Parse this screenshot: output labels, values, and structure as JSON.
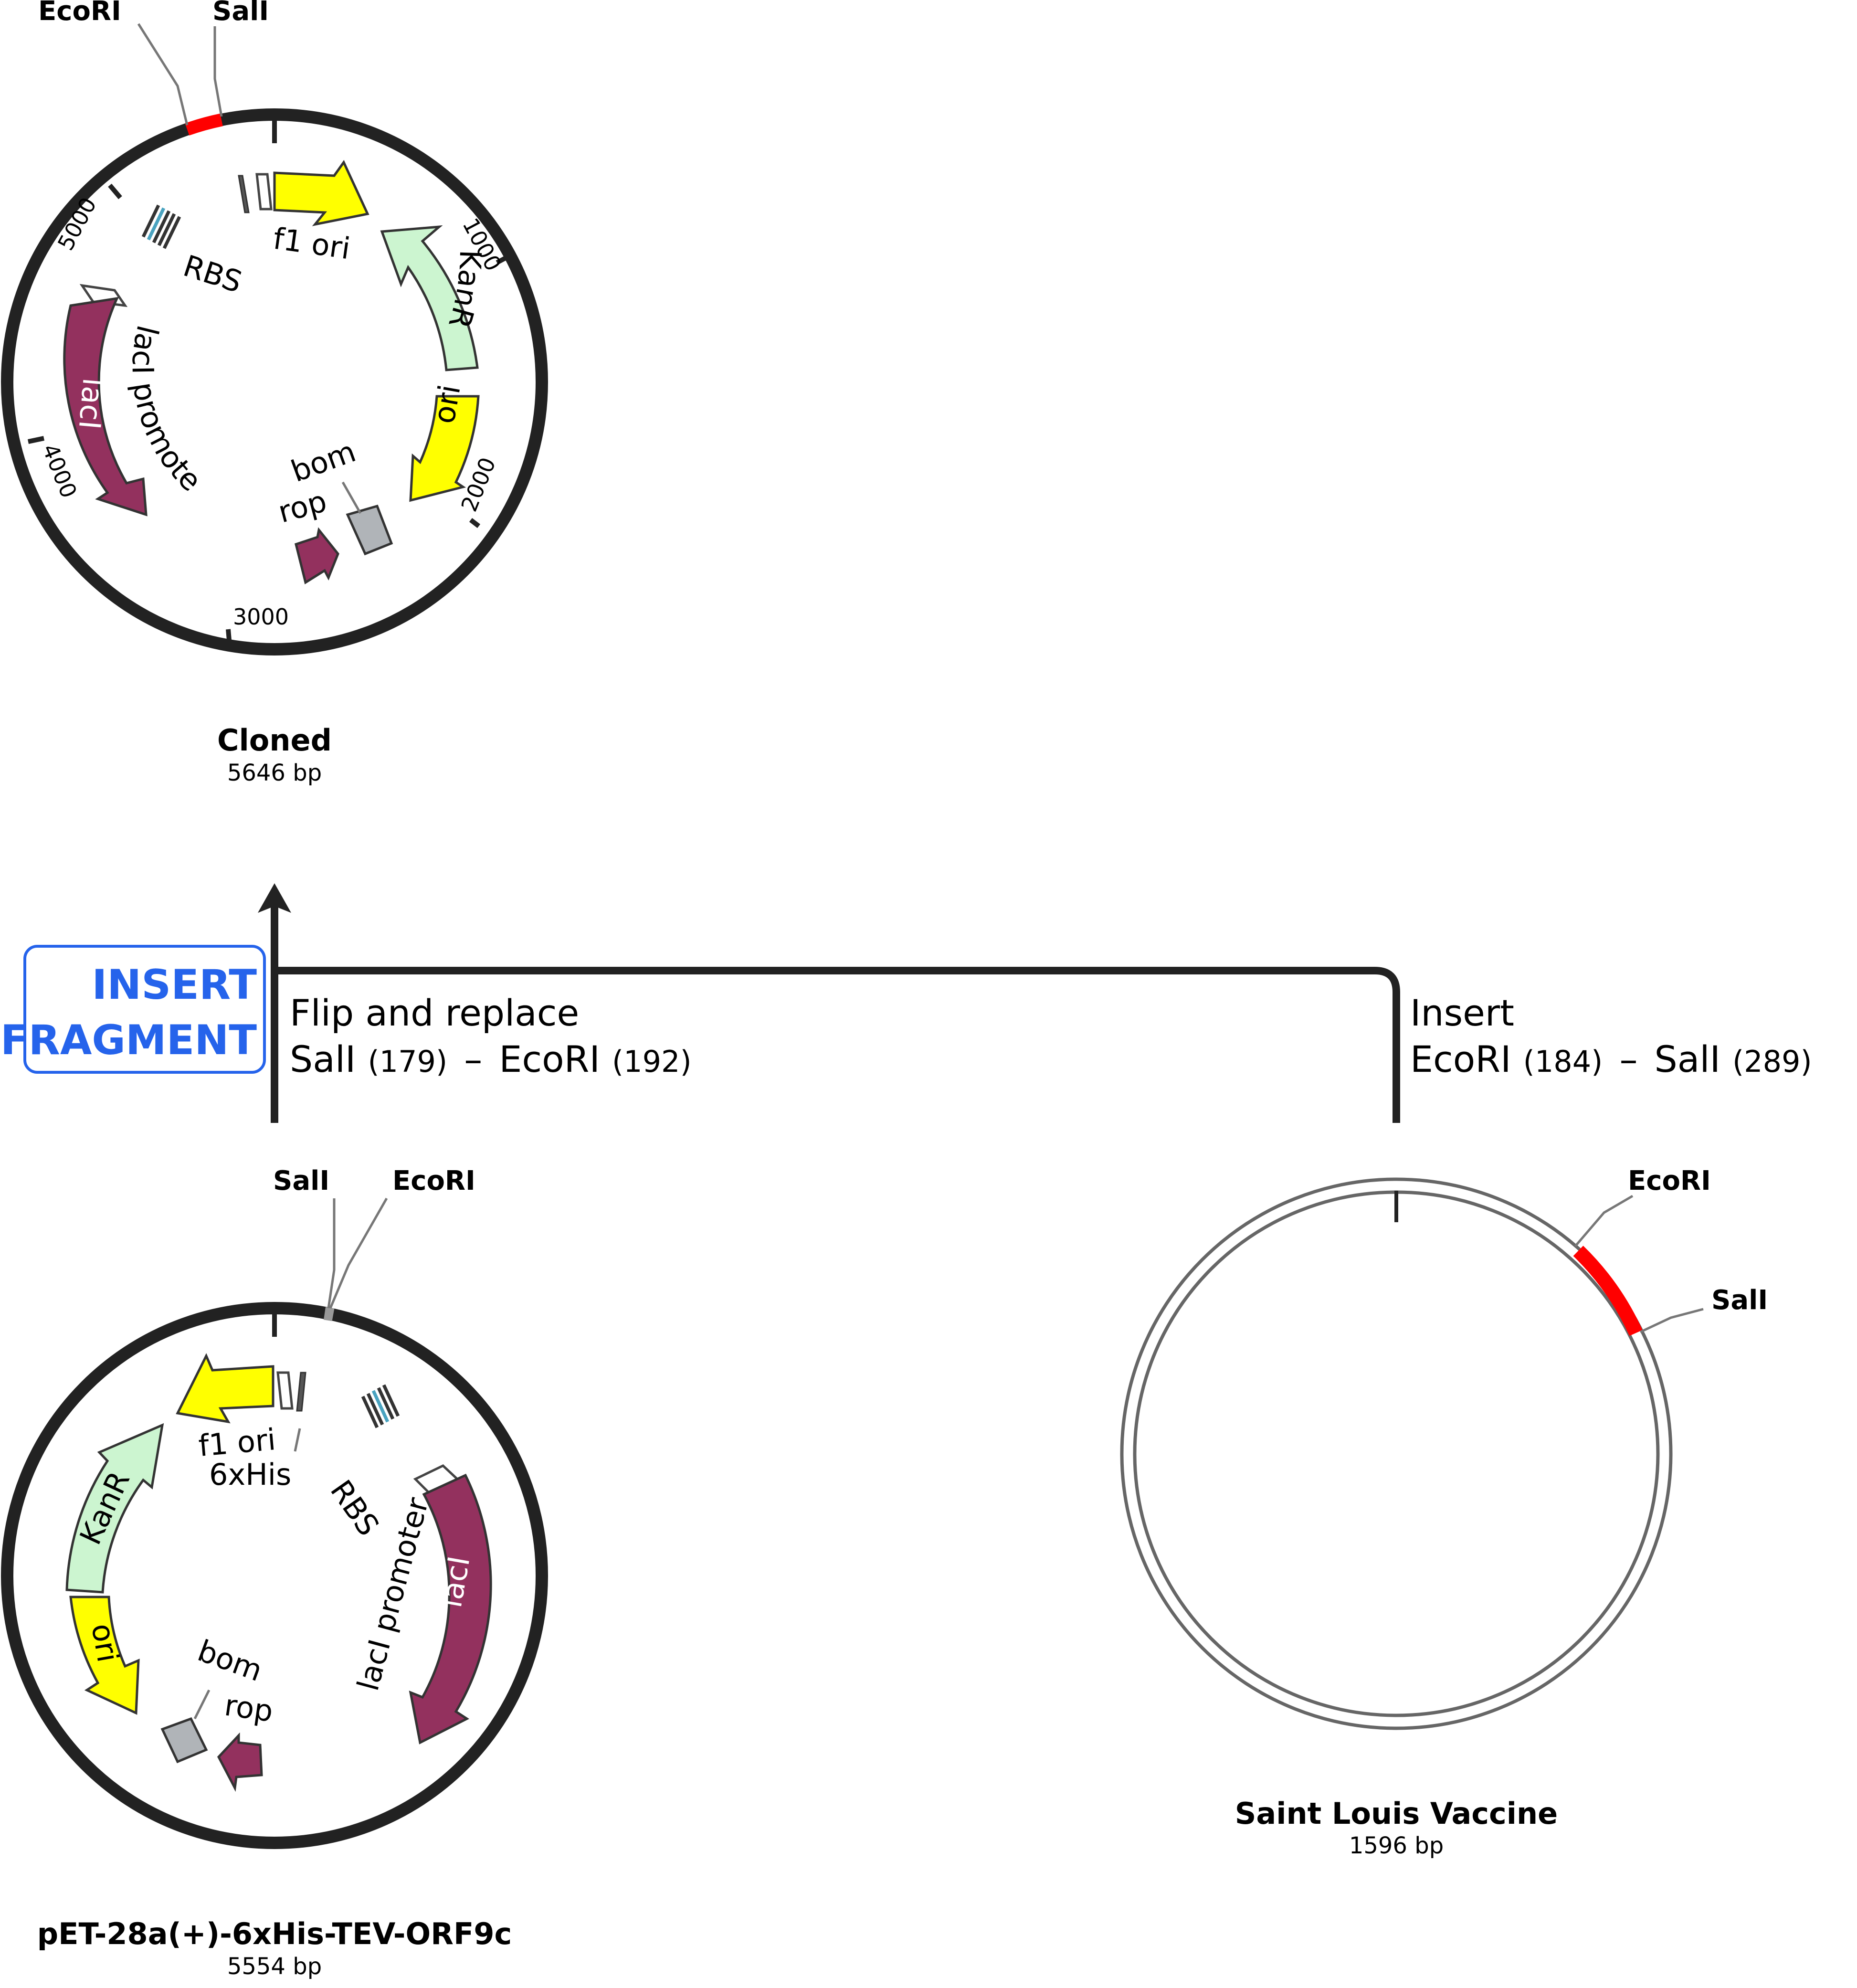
{
  "cloned": {
    "title": "Cloned",
    "size": "5646 bp",
    "sites": [
      "EcoRI",
      "SalI"
    ],
    "ticks": [
      "1000",
      "2000",
      "3000",
      "4000",
      "5000"
    ],
    "features": {
      "f1ori": "f1 ori",
      "rbs": "RBS",
      "kanr": "KanR",
      "ori": "ori",
      "laci": "lacI",
      "lacip": "lacI promoter",
      "bom": "bom",
      "rop": "rop"
    }
  },
  "operation": {
    "badge_line1": "INSERT",
    "badge_line2": "FRAGMENT",
    "left_title": "Flip and replace",
    "left_site1": "SalI",
    "left_pos1": "(179)",
    "left_site2": "EcoRI",
    "left_pos2": "(192)",
    "dash": "–",
    "right_title": "Insert",
    "right_site1": "EcoRI",
    "right_pos1": "(184)",
    "right_site2": "SalI",
    "right_pos2": "(289)"
  },
  "vector": {
    "title": "pET-28a(+)-6xHis-TEV-ORF9c",
    "size": "5554 bp",
    "sites": [
      "SalI",
      "EcoRI"
    ],
    "features": {
      "f1ori": "f1 ori",
      "his": "6xHis",
      "rbs": "RBS",
      "kanr": "KanR",
      "ori": "ori",
      "laci": "lacI",
      "lacip": "lacI promoter",
      "bom": "bom",
      "rop": "rop"
    }
  },
  "insert": {
    "title": "Saint Louis Vaccine",
    "size": "1596 bp",
    "sites": [
      "EcoRI",
      "SalI"
    ]
  },
  "colors": {
    "backbone": "#222222",
    "insert_region": "#ff0000",
    "yellow_feature": "#ffff00",
    "kanr": "#ccf5d0",
    "laci": "#93315e",
    "bom": "#b0b4b8",
    "badge_blue": "#2563eb"
  }
}
